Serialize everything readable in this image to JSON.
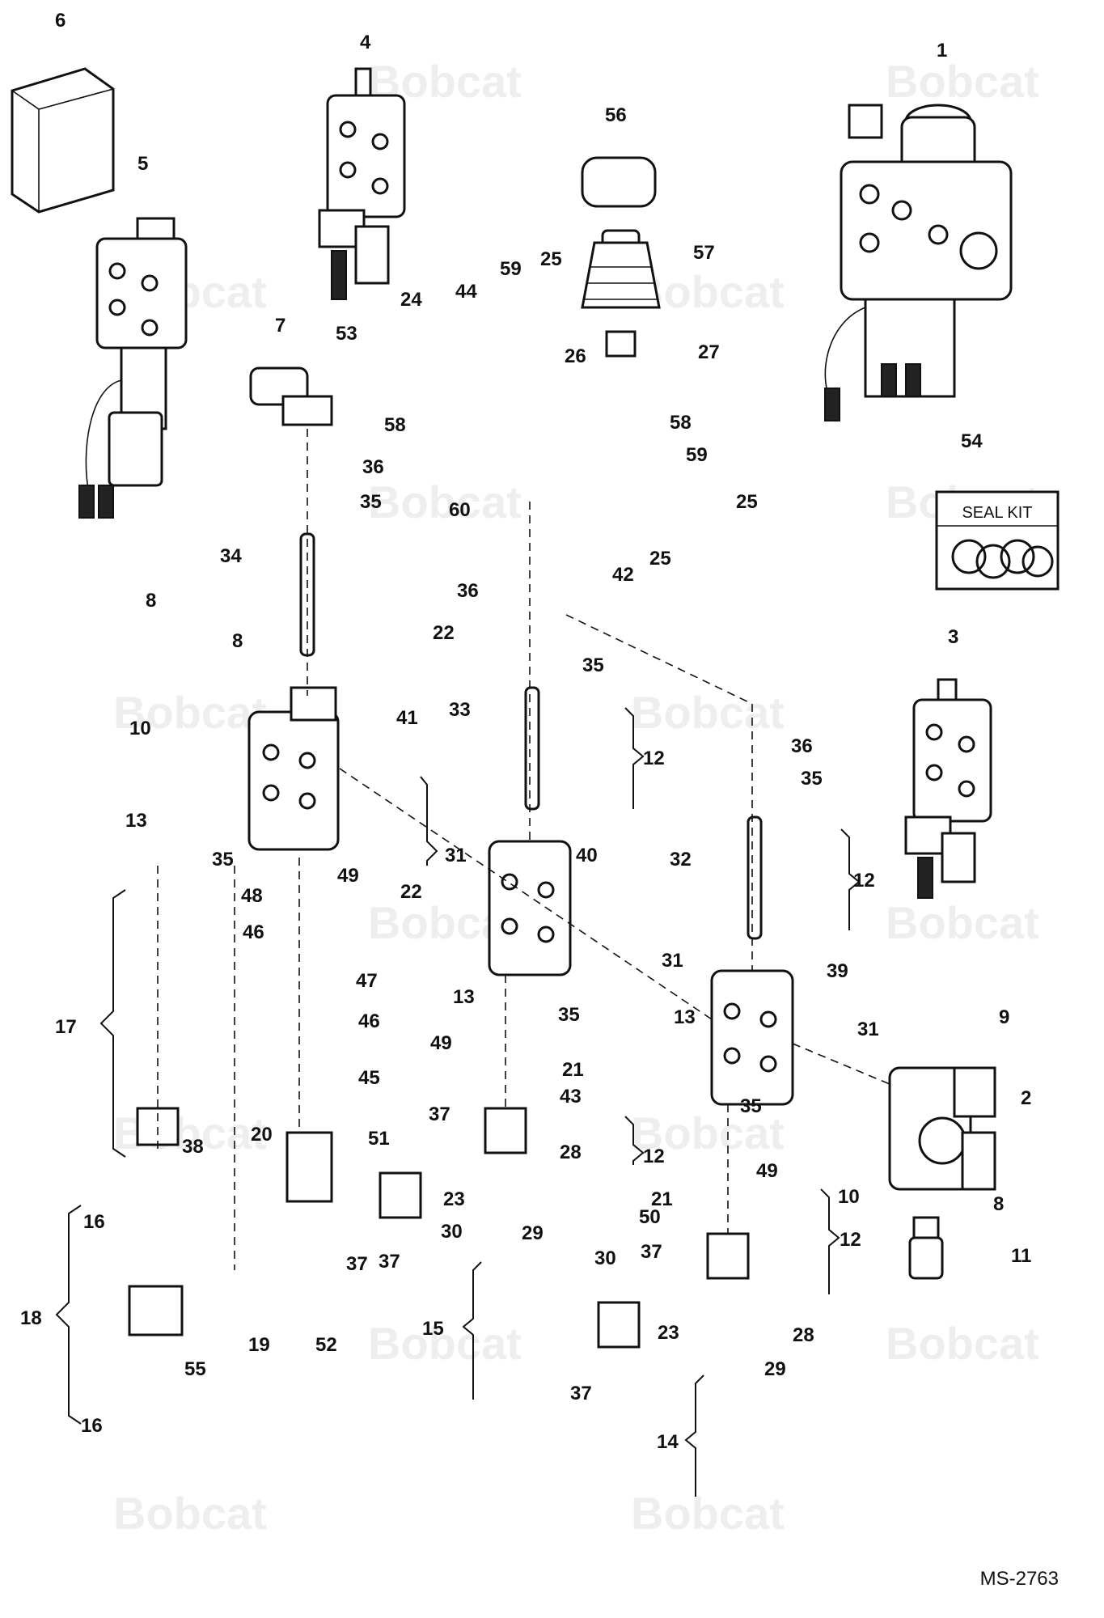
{
  "figure": {
    "doc_id": "MS-2763",
    "seal_kit_label": "SEAL KIT",
    "watermark_brand": "Bobcat"
  },
  "callouts": [
    {
      "n": "1"
    },
    {
      "n": "2"
    },
    {
      "n": "3"
    },
    {
      "n": "4"
    },
    {
      "n": "5"
    },
    {
      "n": "6"
    },
    {
      "n": "7"
    },
    {
      "n": "8"
    },
    {
      "n": "8"
    },
    {
      "n": "8"
    },
    {
      "n": "9"
    },
    {
      "n": "10"
    },
    {
      "n": "10"
    },
    {
      "n": "11"
    },
    {
      "n": "12"
    },
    {
      "n": "12"
    },
    {
      "n": "12"
    },
    {
      "n": "12"
    },
    {
      "n": "13"
    },
    {
      "n": "13"
    },
    {
      "n": "13"
    },
    {
      "n": "14"
    },
    {
      "n": "15"
    },
    {
      "n": "16"
    },
    {
      "n": "16"
    },
    {
      "n": "17"
    },
    {
      "n": "18"
    },
    {
      "n": "19"
    },
    {
      "n": "20"
    },
    {
      "n": "21"
    },
    {
      "n": "21"
    },
    {
      "n": "22"
    },
    {
      "n": "22"
    },
    {
      "n": "23"
    },
    {
      "n": "23"
    },
    {
      "n": "24"
    },
    {
      "n": "25"
    },
    {
      "n": "25"
    },
    {
      "n": "25"
    },
    {
      "n": "26"
    },
    {
      "n": "27"
    },
    {
      "n": "28"
    },
    {
      "n": "28"
    },
    {
      "n": "29"
    },
    {
      "n": "29"
    },
    {
      "n": "30"
    },
    {
      "n": "30"
    },
    {
      "n": "31"
    },
    {
      "n": "31"
    },
    {
      "n": "31"
    },
    {
      "n": "32"
    },
    {
      "n": "33"
    },
    {
      "n": "34"
    },
    {
      "n": "35"
    },
    {
      "n": "35"
    },
    {
      "n": "35"
    },
    {
      "n": "35"
    },
    {
      "n": "35"
    },
    {
      "n": "35"
    },
    {
      "n": "36"
    },
    {
      "n": "36"
    },
    {
      "n": "36"
    },
    {
      "n": "37"
    },
    {
      "n": "37"
    },
    {
      "n": "37"
    },
    {
      "n": "37"
    },
    {
      "n": "37"
    },
    {
      "n": "38"
    },
    {
      "n": "39"
    },
    {
      "n": "40"
    },
    {
      "n": "41"
    },
    {
      "n": "42"
    },
    {
      "n": "43"
    },
    {
      "n": "44"
    },
    {
      "n": "45"
    },
    {
      "n": "46"
    },
    {
      "n": "46"
    },
    {
      "n": "47"
    },
    {
      "n": "48"
    },
    {
      "n": "49"
    },
    {
      "n": "49"
    },
    {
      "n": "49"
    },
    {
      "n": "50"
    },
    {
      "n": "51"
    },
    {
      "n": "52"
    },
    {
      "n": "53"
    },
    {
      "n": "54"
    },
    {
      "n": "55"
    },
    {
      "n": "56"
    },
    {
      "n": "57"
    },
    {
      "n": "58"
    },
    {
      "n": "58"
    },
    {
      "n": "59"
    },
    {
      "n": "59"
    },
    {
      "n": "60"
    }
  ]
}
